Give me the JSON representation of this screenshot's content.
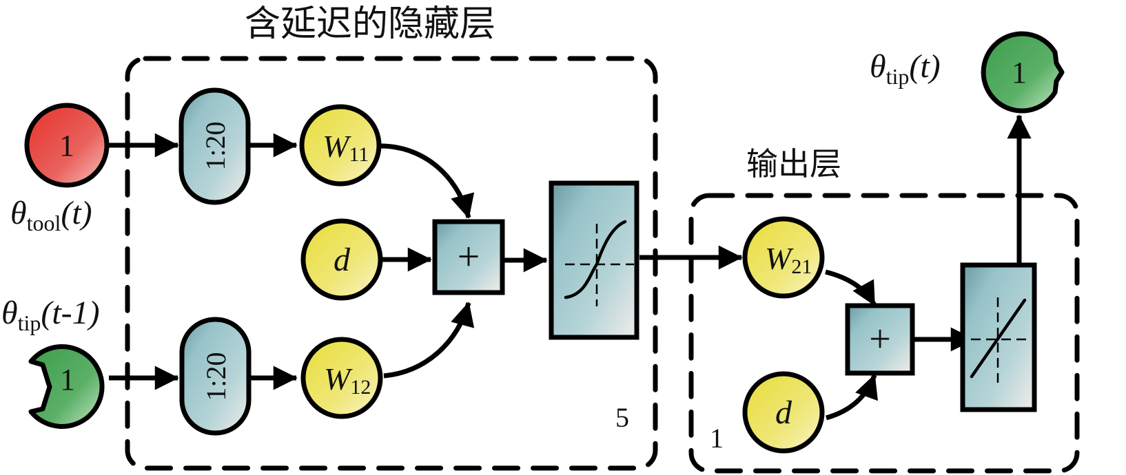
{
  "diagram": {
    "title_hidden_layer": "含延迟的隐藏层",
    "title_output_layer": "输出层",
    "hidden_layer_size": "5",
    "output_layer_size": "1",
    "inputs": [
      {
        "id": "input-tool",
        "value": "1",
        "label_main": "θ",
        "label_sub": "tool",
        "label_arg": "(t)",
        "color": "#e8403a"
      },
      {
        "id": "input-tip-feedback",
        "value": "1",
        "label_main": "θ",
        "label_sub": "tip",
        "label_arg": "(t-1)",
        "color": "#4aa85a"
      }
    ],
    "output": {
      "value": "1",
      "label_main": "θ",
      "label_sub": "tip",
      "label_arg": "(t)",
      "color": "#4aa85a"
    },
    "delays": [
      {
        "label": "1:20"
      },
      {
        "label": "1:20"
      }
    ],
    "weights": {
      "w11": {
        "main": "W",
        "sub": "11"
      },
      "w12": {
        "main": "W",
        "sub": "12"
      },
      "w21": {
        "main": "W",
        "sub": "21"
      }
    },
    "bias_hidden": "d",
    "bias_output": "d",
    "sum_symbol": "+",
    "activation_hidden": "sigmoid",
    "activation_output": "linear",
    "colors": {
      "weight_node": "#ece34e",
      "block_fill": "#9cc6cc",
      "input_red": "#e8403a",
      "io_green": "#4aa85a"
    }
  }
}
